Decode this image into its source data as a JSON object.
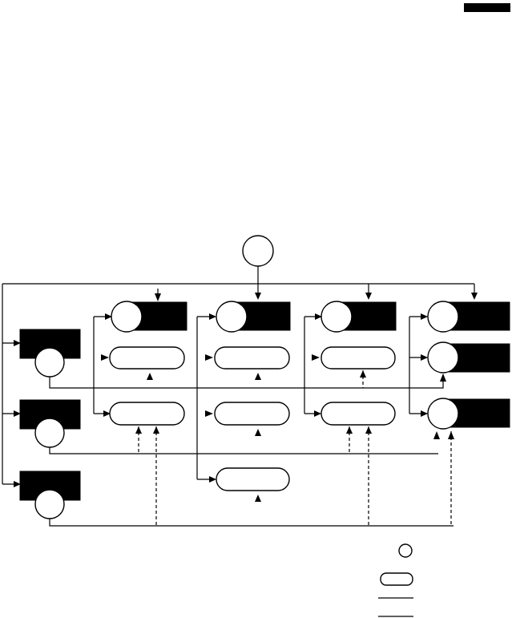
{
  "diagram": {
    "labels": [],
    "legend": {
      "items": [
        {
          "symbol": "circle"
        },
        {
          "symbol": "rounded-box"
        },
        {
          "symbol": "solid-line"
        },
        {
          "symbol": "solid-line"
        }
      ]
    }
  },
  "colors": {
    "stroke": "#000000",
    "fill": "#ffffff",
    "block": "#000000"
  }
}
